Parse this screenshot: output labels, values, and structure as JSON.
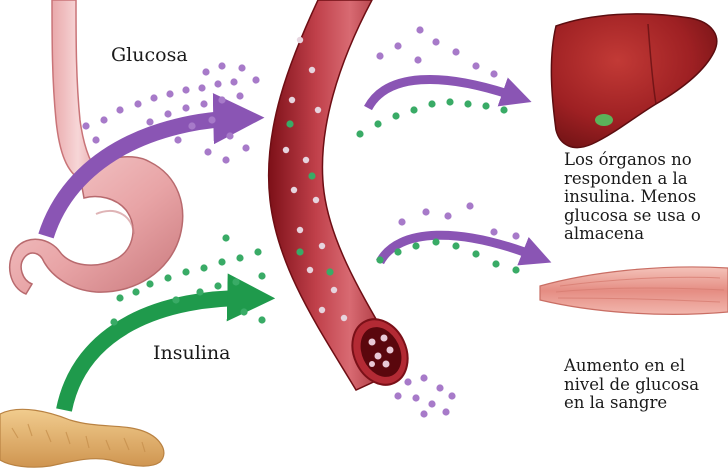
{
  "labels": {
    "glucose": "Glucosa",
    "insulin": "Insulina",
    "organs_note": "Los órganos no\nresponden a la\ninsulina. Menos\nglucosa se usa o\nalmacena",
    "result_note": "Aumento en el\nnivel de glucosa\nen la sangre"
  },
  "colors": {
    "glucose_arrow": "#8a55b4",
    "insulin_arrow": "#1f9a4c",
    "glucose_dot": "#a77ac9",
    "insulin_dot": "#39ab66",
    "vessel": "#a8222c",
    "liver": "#9c1f22",
    "stomach": "#e8a6a8",
    "muscle": "#e8958a",
    "pancreas": "#e2b36c"
  },
  "icons": [
    "esophagus",
    "stomach",
    "pancreas",
    "blood-vessel",
    "liver",
    "gallbladder",
    "muscle"
  ]
}
